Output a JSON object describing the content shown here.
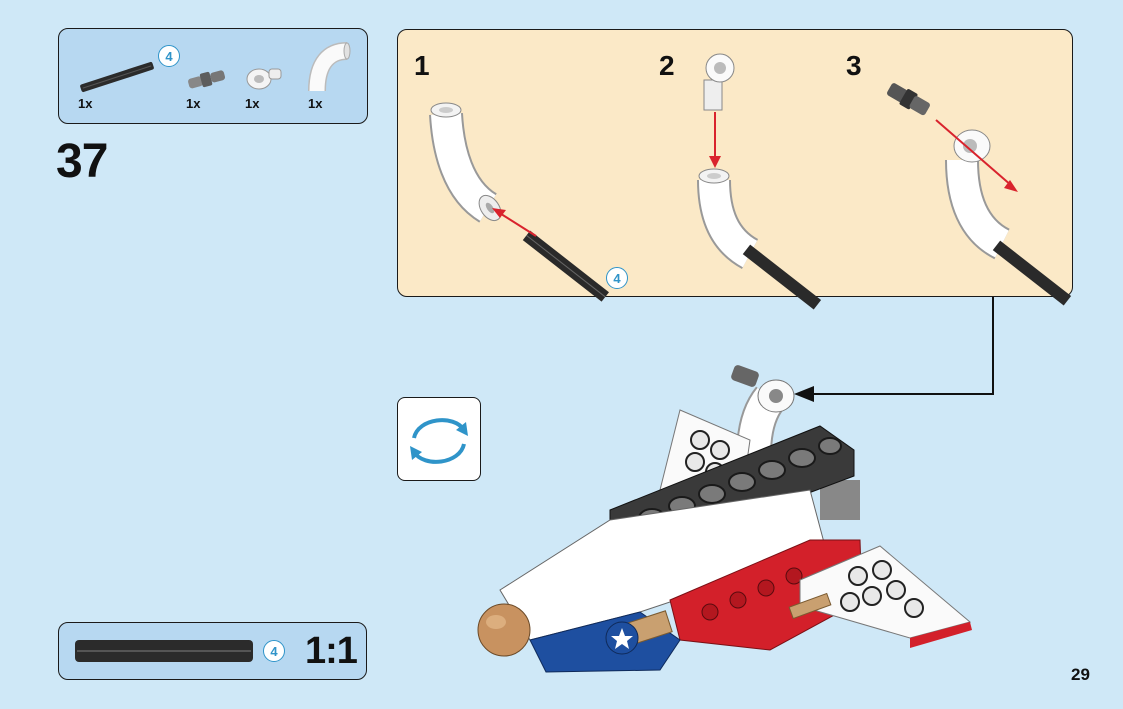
{
  "parts_list": {
    "items": [
      {
        "name": "axle",
        "quantity": "1x",
        "badge": "4"
      },
      {
        "name": "pin-connector",
        "quantity": "1x"
      },
      {
        "name": "axle-connector",
        "quantity": "1x"
      },
      {
        "name": "curved-tube",
        "quantity": "1x"
      }
    ]
  },
  "step": {
    "number": "37"
  },
  "sub_steps": [
    {
      "number": "1",
      "badge": "4"
    },
    {
      "number": "2"
    },
    {
      "number": "3"
    }
  ],
  "rotate": {
    "icon": "rotate-model-icon"
  },
  "scale_guide": {
    "badge": "4",
    "scale": "1:1"
  },
  "page": {
    "number": "29"
  },
  "colors": {
    "background": "#cfe8f7",
    "parts_box": "#b7d8f1",
    "substep_box": "#fbe9c7",
    "accent_blue": "#2f94c9",
    "arrow_red": "#d9232d"
  }
}
